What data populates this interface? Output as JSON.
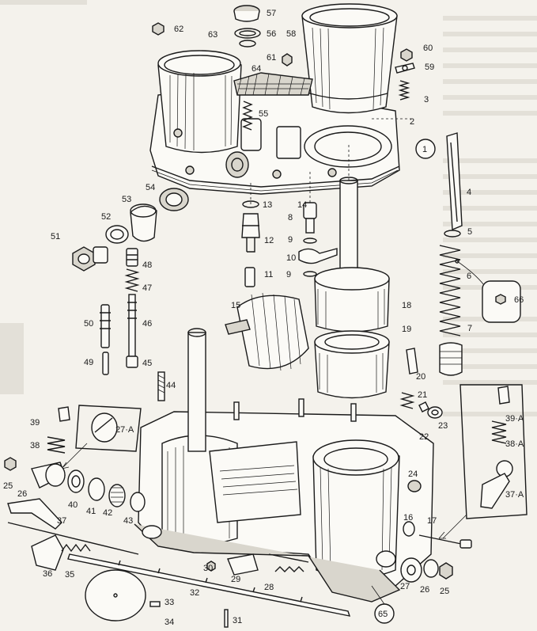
{
  "labels": [
    "62",
    "57",
    "63",
    "56",
    "58",
    "60",
    "61",
    "59",
    "64",
    "3",
    "55",
    "2",
    "1",
    "54",
    "4",
    "53",
    "13",
    "14",
    "52",
    "8",
    "5",
    "51",
    "12",
    "9",
    "48",
    "10",
    "6",
    "11",
    "9",
    "66",
    "47",
    "15",
    "18",
    "50",
    "46",
    "19",
    "7",
    "49",
    "45",
    "44",
    "20",
    "21",
    "22",
    "23",
    "39",
    "27·A",
    "39·A",
    "38",
    "38·A",
    "25",
    "24",
    "26",
    "40",
    "41",
    "42",
    "43",
    "37",
    "37·A",
    "16",
    "17",
    "36",
    "35",
    "30",
    "29",
    "28",
    "27",
    "26",
    "25",
    "33",
    "32",
    "65",
    "34",
    "31"
  ]
}
